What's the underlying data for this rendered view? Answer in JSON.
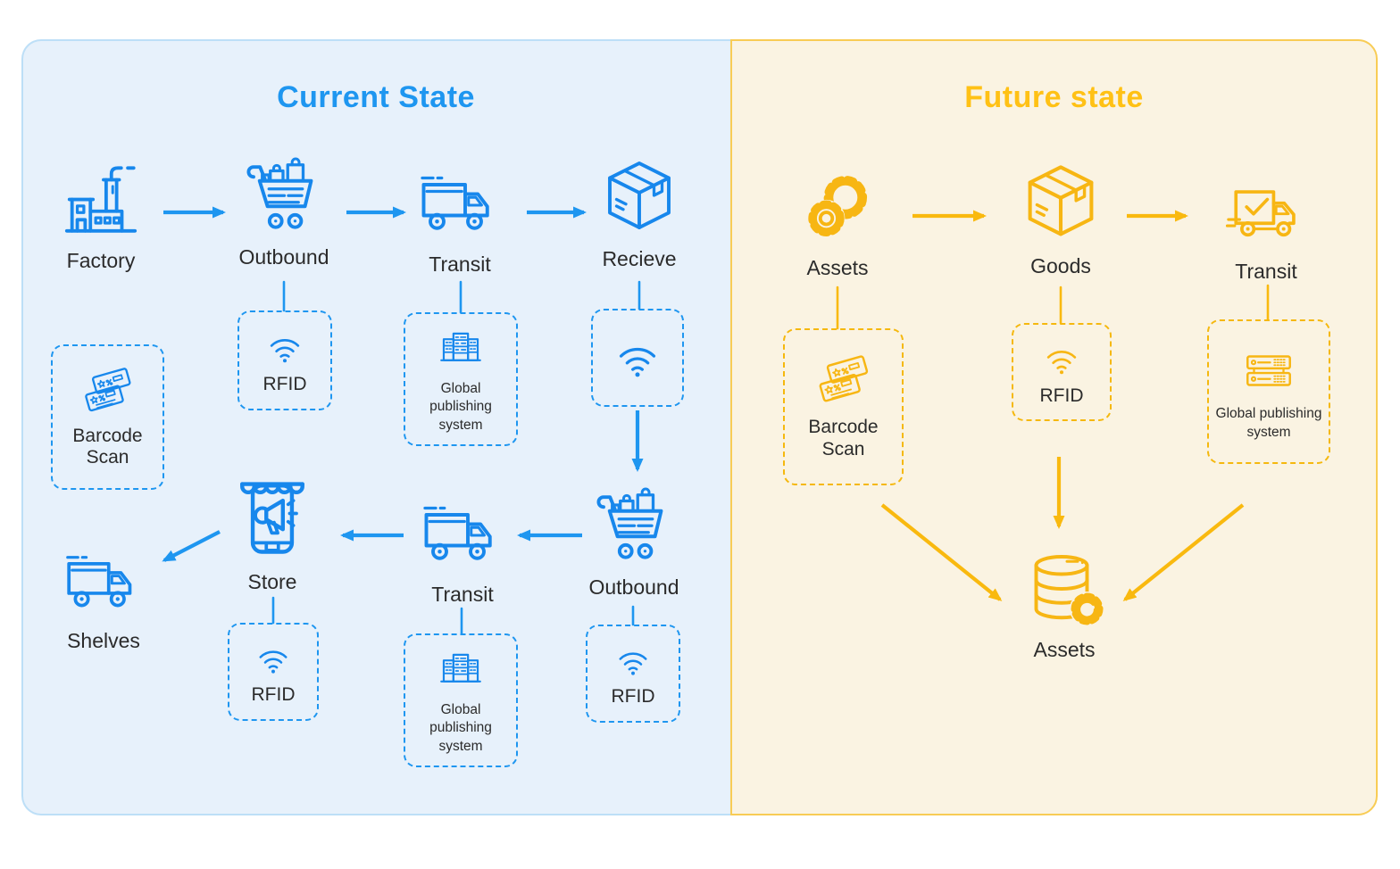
{
  "current": {
    "title": "Current State",
    "nodes": {
      "factory": "Factory",
      "outbound1": "Outbound",
      "transit1": "Transit",
      "recieve": "Recieve",
      "outbound2": "Outbound",
      "transit2": "Transit",
      "store": "Store",
      "shelves": "Shelves"
    },
    "tags": {
      "rfid_outbound1": "RFID",
      "gps_transit1": "Global publishing system",
      "barcode": "Barcode Scan",
      "rfid_store": "RFID",
      "gps_transit2": "Global publishing system",
      "rfid_outbound2": "RFID"
    }
  },
  "future": {
    "title": "Future state",
    "nodes": {
      "assets": "Assets",
      "goods": "Goods",
      "transit": "Transit",
      "assets_hub": "Assets"
    },
    "tags": {
      "barcode": "Barcode Scan",
      "rfid": "RFID",
      "gps": "Global publishing system"
    }
  },
  "flows": {
    "current": [
      "Factory → Outbound",
      "Outbound → Transit",
      "Transit → Recieve",
      "Recieve → Outbound",
      "Outbound → Transit",
      "Transit → Store",
      "Store → Shelves"
    ],
    "future": [
      "Assets → Goods",
      "Goods → Transit",
      "Barcode Scan → Assets",
      "RFID → Assets",
      "Global publishing system → Assets"
    ]
  },
  "colors": {
    "blue_title": "#1E96F0",
    "blue_icon": "#1787EC",
    "blue_panel_bg": "#E7F1FB",
    "blue_panel_border": "#BDDFF7",
    "yellow_title": "#FFC115",
    "yellow_icon": "#F7B613",
    "yellow_panel_bg": "#FAF3E2",
    "yellow_panel_border": "#F8CC55",
    "label_text": "#2B2B2B"
  }
}
